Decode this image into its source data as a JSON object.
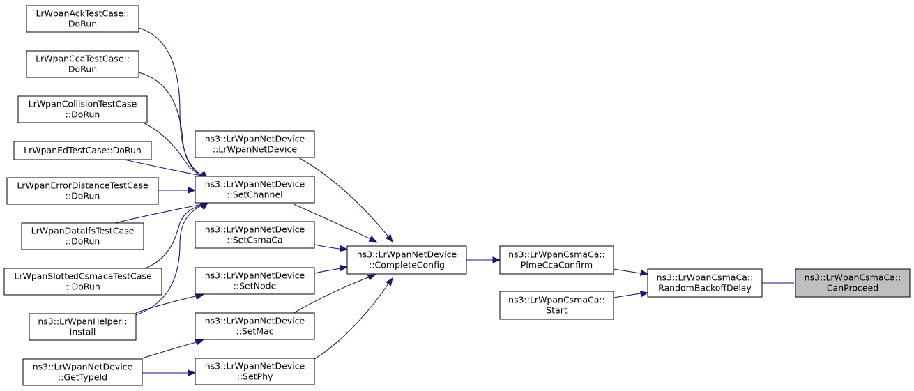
{
  "graph": {
    "nodes": [
      {
        "id": "ack",
        "lines": [
          "LrWpanAckTestCase::",
          "DoRun"
        ]
      },
      {
        "id": "cca",
        "lines": [
          "LrWpanCcaTestCase::",
          "DoRun"
        ]
      },
      {
        "id": "coll",
        "lines": [
          "LrWpanCollisionTestCase",
          "::DoRun"
        ]
      },
      {
        "id": "ed",
        "lines": [
          "LrWpanEdTestCase::DoRun"
        ]
      },
      {
        "id": "errdist",
        "lines": [
          "LrWpanErrorDistanceTestCase",
          "::DoRun"
        ]
      },
      {
        "id": "ifs",
        "lines": [
          "LrWpanDataIfsTestCase",
          "::DoRun"
        ]
      },
      {
        "id": "slotted",
        "lines": [
          "LrWpanSlottedCsmacaTestCase",
          "::DoRun"
        ]
      },
      {
        "id": "helper",
        "lines": [
          "ns3::LrWpanHelper::",
          "Install"
        ]
      },
      {
        "id": "gettype",
        "lines": [
          "ns3::LrWpanNetDevice",
          "::GetTypeId"
        ]
      },
      {
        "id": "ctor",
        "lines": [
          "ns3::LrWpanNetDevice",
          "::LrWpanNetDevice"
        ]
      },
      {
        "id": "setchannel",
        "lines": [
          "ns3::LrWpanNetDevice",
          "::SetChannel"
        ]
      },
      {
        "id": "setcsmaca",
        "lines": [
          "ns3::LrWpanNetDevice",
          "::SetCsmaCa"
        ]
      },
      {
        "id": "setnode",
        "lines": [
          "ns3::LrWpanNetDevice",
          "::SetNode"
        ]
      },
      {
        "id": "setmac",
        "lines": [
          "ns3::LrWpanNetDevice",
          "::SetMac"
        ]
      },
      {
        "id": "setphy",
        "lines": [
          "ns3::LrWpanNetDevice",
          "::SetPhy"
        ]
      },
      {
        "id": "complete",
        "lines": [
          "ns3::LrWpanNetDevice",
          "::CompleteConfig"
        ]
      },
      {
        "id": "plme",
        "lines": [
          "ns3::LrWpanCsmaCa::",
          "PlmeCcaConfirm"
        ]
      },
      {
        "id": "start",
        "lines": [
          "ns3::LrWpanCsmaCa::",
          "Start"
        ]
      },
      {
        "id": "backoff",
        "lines": [
          "ns3::LrWpanCsmaCa::",
          "RandomBackoffDelay"
        ]
      },
      {
        "id": "canproceed",
        "lines": [
          "ns3::LrWpanCsmaCa::",
          "CanProceed"
        ],
        "highlight": true
      }
    ],
    "edges": [
      {
        "from": "ack",
        "to": "setchannel"
      },
      {
        "from": "cca",
        "to": "setchannel"
      },
      {
        "from": "coll",
        "to": "setchannel"
      },
      {
        "from": "ed",
        "to": "setchannel"
      },
      {
        "from": "errdist",
        "to": "setchannel"
      },
      {
        "from": "ifs",
        "to": "setchannel"
      },
      {
        "from": "slotted",
        "to": "setchannel"
      },
      {
        "from": "helper",
        "to": "setchannel"
      },
      {
        "from": "helper",
        "to": "setnode"
      },
      {
        "from": "gettype",
        "to": "setmac"
      },
      {
        "from": "gettype",
        "to": "setphy"
      },
      {
        "from": "ctor",
        "to": "complete"
      },
      {
        "from": "setchannel",
        "to": "complete"
      },
      {
        "from": "setcsmaca",
        "to": "complete"
      },
      {
        "from": "setnode",
        "to": "complete"
      },
      {
        "from": "setmac",
        "to": "complete"
      },
      {
        "from": "setphy",
        "to": "complete"
      },
      {
        "from": "complete",
        "to": "plme"
      },
      {
        "from": "plme",
        "to": "backoff"
      },
      {
        "from": "start",
        "to": "backoff"
      },
      {
        "from": "backoff",
        "to": "canproceed"
      }
    ],
    "colors": {
      "edge": "#191970",
      "highlight_fill": "#bfbfbf",
      "node_border": "#000000"
    }
  }
}
